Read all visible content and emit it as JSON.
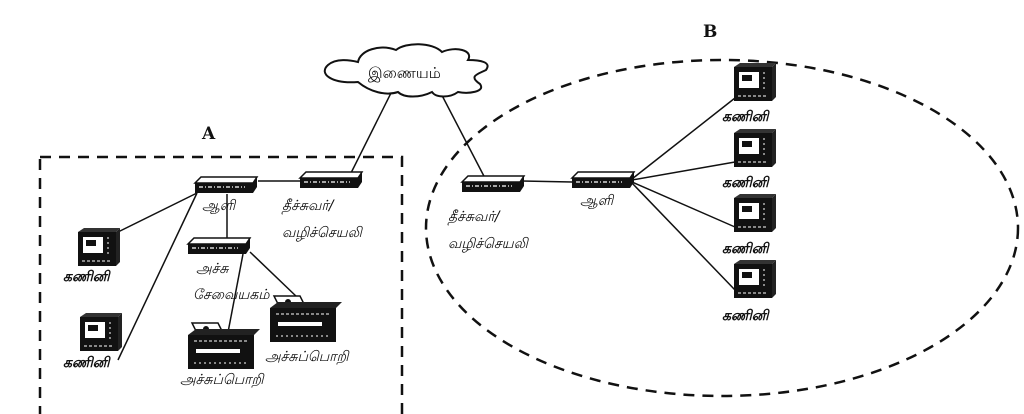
{
  "diagram": {
    "internet": {
      "label": "இணையம்"
    },
    "zone_a": {
      "label": "A",
      "hub": {
        "label": "ஆளி"
      },
      "firewall": {
        "label_line1": "தீச்சுவர்/",
        "label_line2": "வழிச்செயலி"
      },
      "print_server": {
        "label_line1": "அச்சு",
        "label_line2": "சேவையகம்"
      },
      "computers": [
        {
          "label": "கணினி"
        },
        {
          "label": "கணினி"
        }
      ],
      "printers": [
        {
          "label": "அச்சுப்பொறி"
        },
        {
          "label": "அச்சுப்பொறி"
        }
      ]
    },
    "zone_b": {
      "label": "B",
      "firewall": {
        "label_line1": "தீச்சுவர்/",
        "label_line2": "வழிச்செயலி"
      },
      "hub": {
        "label": "ஆளி"
      },
      "computers": [
        {
          "label": "கணினி"
        },
        {
          "label": "கணினி"
        },
        {
          "label": "கணினி"
        },
        {
          "label": "கணினி"
        }
      ]
    }
  }
}
